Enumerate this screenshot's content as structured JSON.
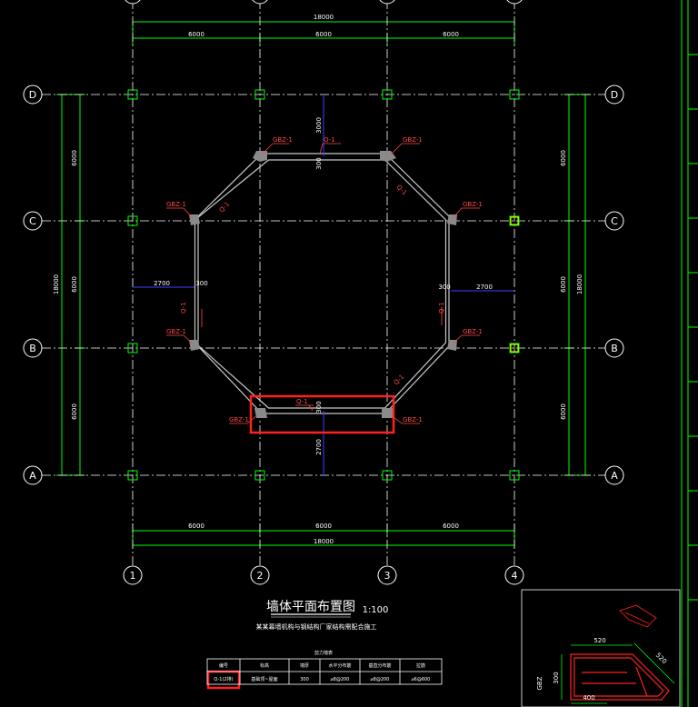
{
  "axes": {
    "columns": [
      "1",
      "2",
      "3",
      "4"
    ],
    "rows": [
      "D",
      "C",
      "B",
      "A"
    ]
  },
  "dimensions": {
    "top_total": "18000",
    "top_spans": [
      "6000",
      "6000",
      "6000"
    ],
    "bottom_total": "18000",
    "bottom_spans": [
      "6000",
      "6000",
      "6000"
    ],
    "left_total": "18000",
    "left_spans": [
      "6000",
      "6000",
      "6000"
    ],
    "right_total": "18000",
    "right_spans": [
      "6000",
      "6000",
      "6000"
    ],
    "top_offset": "3000",
    "bottom_offset": "2700",
    "left_offset": "2700",
    "right_offset": "2700",
    "wall_thickness": "300"
  },
  "labels": {
    "column_GBZ": "GBZ-1",
    "wall_Q": "Q-1"
  },
  "drawing": {
    "title": "墙体平面布置图",
    "scale": "1:100",
    "note": "某某幕墙机构与钢结构厂家结构需配合施工"
  },
  "table": {
    "caption": "剪力墙表",
    "headers": [
      "编号",
      "标高",
      "墙厚",
      "水平分布筋",
      "垂直分布筋",
      "拉筋"
    ],
    "rows": [
      [
        "Q-1(2排)",
        "基础顶~屋面",
        "300",
        "⌀8@200",
        "⌀8@200",
        "⌀6@600"
      ]
    ]
  },
  "detail": {
    "dims": [
      "520",
      "520",
      "300",
      "400"
    ],
    "label": "GBZ"
  },
  "colors": {
    "background": "#000000",
    "grid": "#ffffff",
    "dimension": "#00ff00",
    "wall": "#c8c8c8",
    "annotation": "#ff4a4a",
    "highlight": "#ff2020",
    "aux": "#4040ff"
  }
}
